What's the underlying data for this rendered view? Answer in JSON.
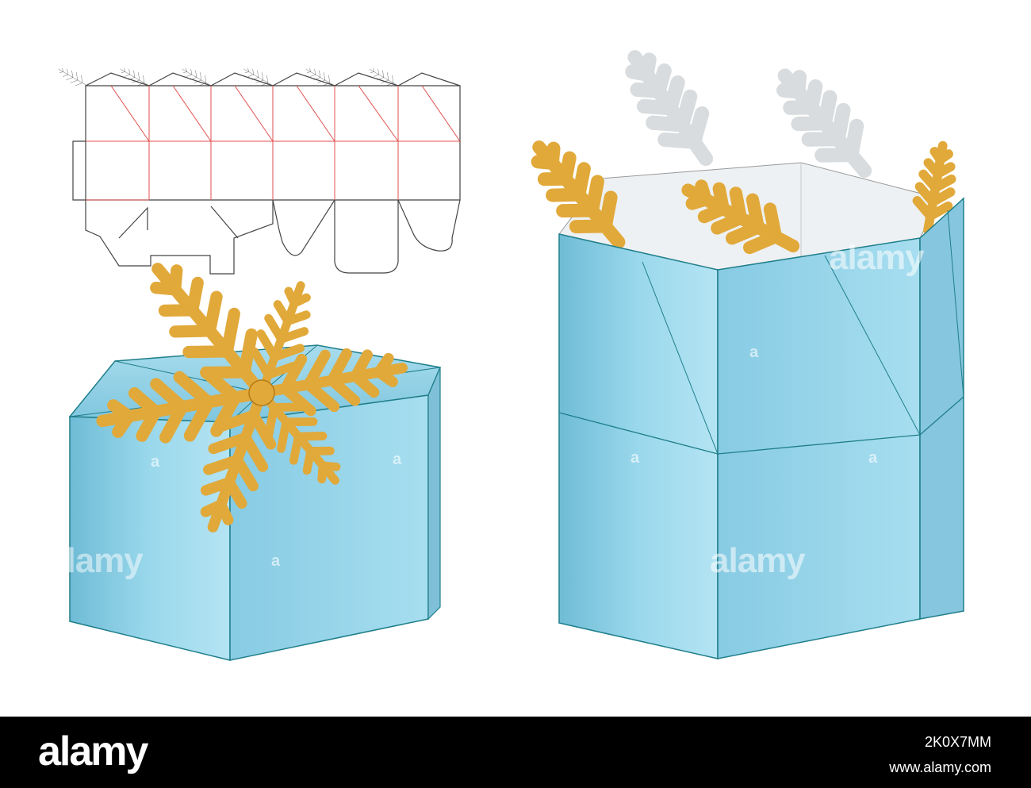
{
  "watermarks": {
    "center_right": "alamy",
    "left_box": "alamy",
    "right_box_lower": "alamy",
    "small_mark": "a"
  },
  "footer": {
    "logo": "alamy",
    "image_id": "2K0X7MM",
    "site": "www.alamy.com"
  },
  "icons": [
    "snowflake-ornament-icon"
  ],
  "colors": {
    "box_blue": "#8fd0e6",
    "box_blue_dark": "#67b5d1",
    "edge": "#1f7f8a",
    "gold": "#e1a93a",
    "gold_dark": "#b47a16",
    "dieline_black": "#333333",
    "dieline_red": "#e0504f",
    "interior": "#eef1f3"
  }
}
